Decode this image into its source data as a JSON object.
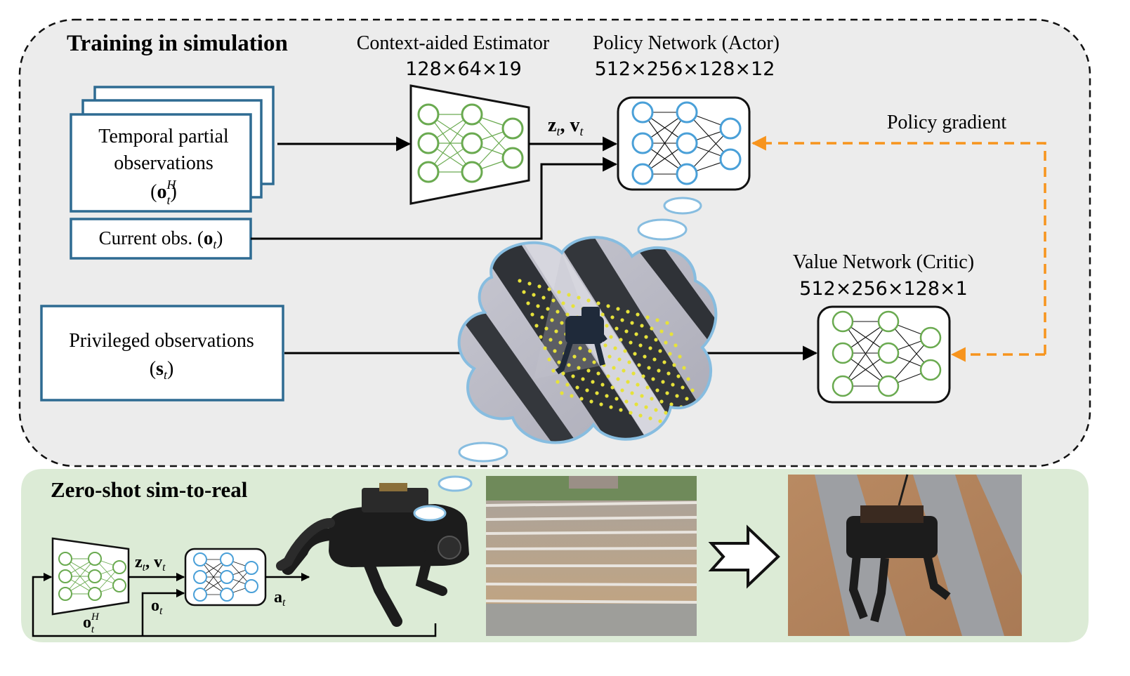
{
  "training": {
    "title": "Training in simulation",
    "estimator_title": "Context-aided Estimator",
    "estimator_dims": "128×64×19",
    "actor_title": "Policy Network (Actor)",
    "actor_dims": "512×256×128×12",
    "critic_title": "Value Network (Critic)",
    "critic_dims": "512×256×128×1",
    "policy_gradient": "Policy gradient",
    "temporal_line1": "Temporal partial",
    "temporal_line2": "observations",
    "temporal_sym_base": "o",
    "temporal_sym_sup": "H",
    "temporal_sym_sub": "t",
    "current_label": "Current obs. (",
    "current_sym": "o",
    "current_sub": "t",
    "privileged_label": "Privileged observations",
    "privileged_sym": "s",
    "privileged_sub": "t",
    "latent_z": "z",
    "latent_v": "v",
    "latent_sub": "t"
  },
  "deploy": {
    "title": "Zero-shot sim-to-real",
    "latent_z": "z",
    "latent_v": "v",
    "latent_sub": "t",
    "obs_sym": "o",
    "obs_sub": "t",
    "hist_sym": "o",
    "hist_sup": "H",
    "hist_sub": "t",
    "action_sym": "a",
    "action_sub": "t"
  },
  "colors": {
    "obs_box": "#2e6b92",
    "estimator_node": "#6aaa50",
    "actor_node": "#4aa0d8",
    "critic_node": "#6aaa50",
    "gradient_arrow": "#f7941d",
    "training_bg": "#ececec",
    "deploy_bg": "#dcebd6",
    "cloud_stroke": "#87bde0"
  }
}
